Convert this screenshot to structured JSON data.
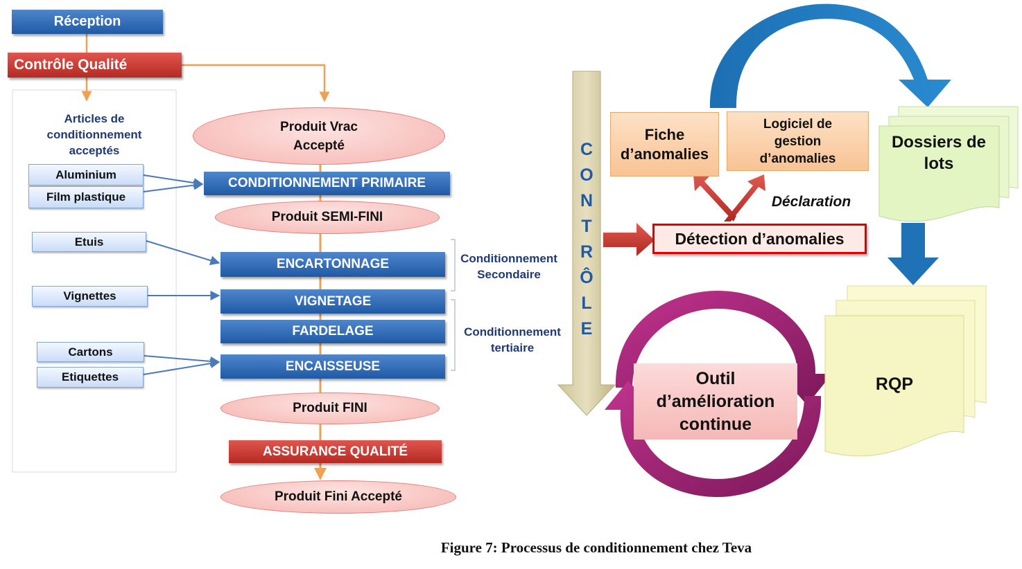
{
  "flow": {
    "reception": "Réception",
    "controle_qualite": "Contrôle Qualité",
    "articles_title": "Articles de conditionnement acceptés",
    "articles": [
      "Aluminium",
      "Film plastique",
      "Etuis",
      "Vignettes",
      "Cartons",
      "Etiquettes"
    ],
    "produit_vrac": "Produit  Vrac Accepté",
    "cond_primaire": "CONDITIONNEMENT  PRIMAIRE",
    "produit_semi_fini": "Produit SEMI-FINI",
    "encartonnage": "ENCARTONNAGE",
    "vignetage": "VIGNETAGE",
    "fardelage": "FARDELAGE",
    "encaisseuse": "ENCAISSEUSE",
    "produit_fini": "Produit  FINI",
    "assurance_qualite": "ASSURANCE  QUALITÉ",
    "produit_fini_accepte": "Produit Fini  Accepté",
    "cond_secondaire": "Conditionnement Secondaire",
    "cond_tertiaire": "Conditionnement tertiaire"
  },
  "control": {
    "controle_letters": [
      "C",
      "O",
      "N",
      "T",
      "R",
      "Ô",
      "L",
      "E"
    ],
    "fiche_anomalies": "Fiche d’anomalies",
    "logiciel": "Logiciel de gestion d’anomalies",
    "declaration": "Déclaration",
    "detection": "Détection d’anomalies",
    "dossiers_lots": "Dossiers de lots",
    "rqp": "RQP",
    "outil": "Outil d’amélioration continue"
  },
  "caption": "Figure 7: Processus de conditionnement chez Teva",
  "colors": {
    "blue_box": "#2e68b3",
    "red_box": "#c8362e",
    "pink_ellipse": "#f7c3c0",
    "orange_connector": "#f0a050",
    "navy_text": "#1f3a74",
    "arrow_blue": "#1a6fb0",
    "ring_purple": "#9c1f6e",
    "doc_yellow": "#f7f7c6",
    "doc_green": "#e6f7c8",
    "controle_bar": "#d8cfa6"
  }
}
